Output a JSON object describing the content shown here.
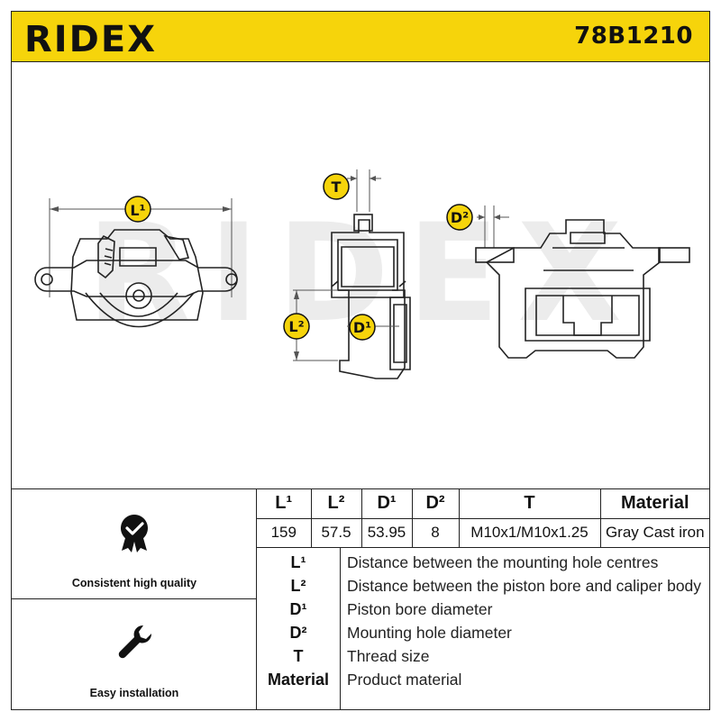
{
  "brand": "RIDEX",
  "part_number": "78B1210",
  "drawing": {
    "dim_labels": {
      "l1": "L¹",
      "l2": "L²",
      "d1": "D¹",
      "d2": "D²",
      "t": "T"
    },
    "watermark": "RIDEX"
  },
  "features": [
    {
      "icon": "quality-check-icon",
      "label": "Consistent high quality"
    },
    {
      "icon": "wrench-icon",
      "label": "Easy installation"
    }
  ],
  "spec_table": {
    "headers": [
      "L¹",
      "L²",
      "D¹",
      "D²",
      "T",
      "Material"
    ],
    "values": [
      "159",
      "57.5",
      "53.95",
      "8",
      "M10x1/M10x1.25",
      "Gray Cast iron"
    ]
  },
  "legend": [
    {
      "key": "L¹",
      "description": "Distance between the mounting hole centres"
    },
    {
      "key": "L²",
      "description": "Distance between the piston bore and caliper body"
    },
    {
      "key": "D¹",
      "description": "Piston bore diameter"
    },
    {
      "key": "D²",
      "description": "Mounting hole diameter"
    },
    {
      "key": "T",
      "description": "Thread size"
    },
    {
      "key": "Material",
      "description": "Product material"
    }
  ],
  "colors": {
    "header_yellow": "#f6d40b",
    "marker_yellow": "#f6d40b",
    "outline": "#222222",
    "dimension_line": "#555555",
    "watermark": "#e6e6e6"
  }
}
